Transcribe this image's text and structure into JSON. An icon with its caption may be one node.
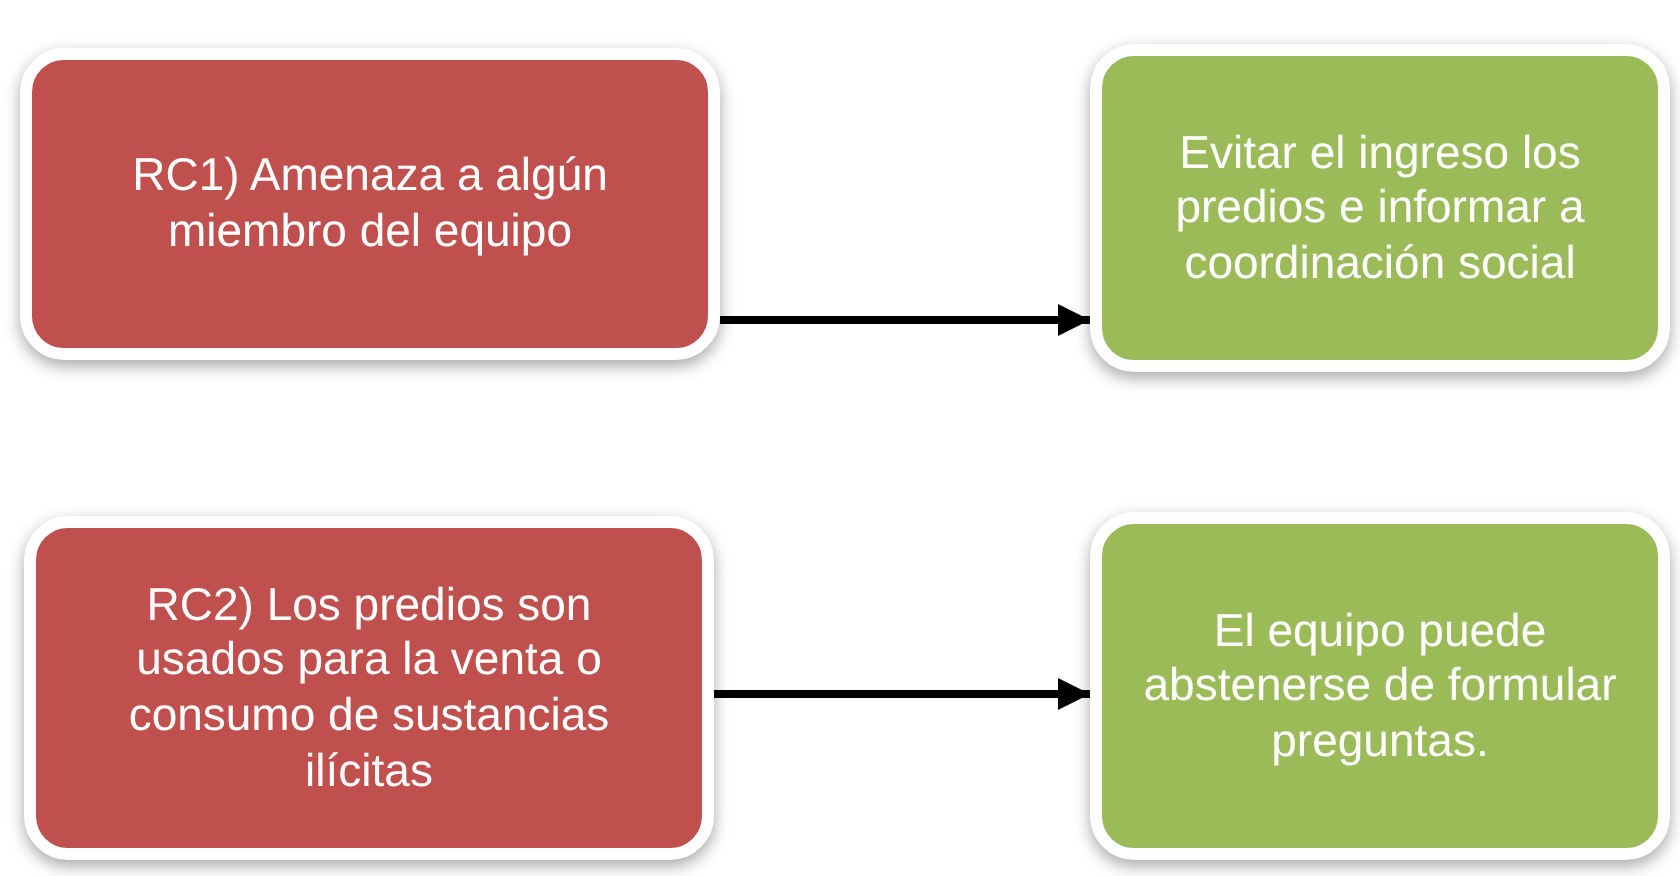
{
  "diagram": {
    "nodes": [
      {
        "text": [
          "RC1) Amenaza a algún miembro del equipo"
        ]
      },
      {
        "text": [
          "Evitar el ingreso los predios e informar a coordinación social"
        ]
      },
      {
        "text": [
          "RC2) Los predios son usados para la venta o consumo de sustancias ilícitas"
        ]
      },
      {
        "text": [
          "El equipo puede abstenerse de formular preguntas."
        ]
      }
    ],
    "edges": [
      {
        "from": 0,
        "to": 1,
        "arrow": "to"
      },
      {
        "from": 2,
        "to": 3,
        "arrow": "to"
      }
    ]
  }
}
